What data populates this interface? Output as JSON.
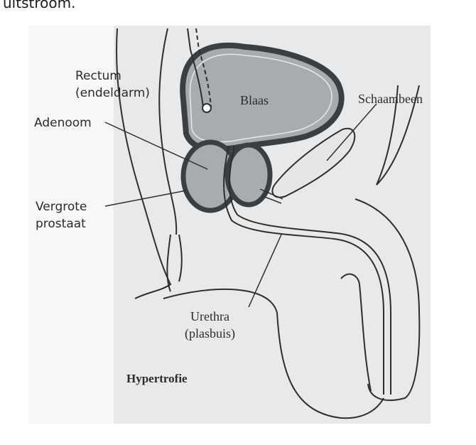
{
  "caption_fragment": "uitstroom.",
  "diagram": {
    "labels": {
      "rectum_line1": "Rectum",
      "rectum_line2": "(endeldarm)",
      "bladder": "Blaas",
      "pubic_bone": "Schaambeen",
      "adenoma": "Adenoom",
      "enlarged_prostate_line1": "Vergrote",
      "enlarged_prostate_line2": "prostaat",
      "urethra_line1": "Urethra",
      "urethra_line2": "(plasbuis)",
      "condition": "Hypertrofie"
    },
    "colors": {
      "organ_fill": "#a9acaf",
      "organ_outline": "#3c3f42",
      "line": "#2e2e2e"
    }
  }
}
